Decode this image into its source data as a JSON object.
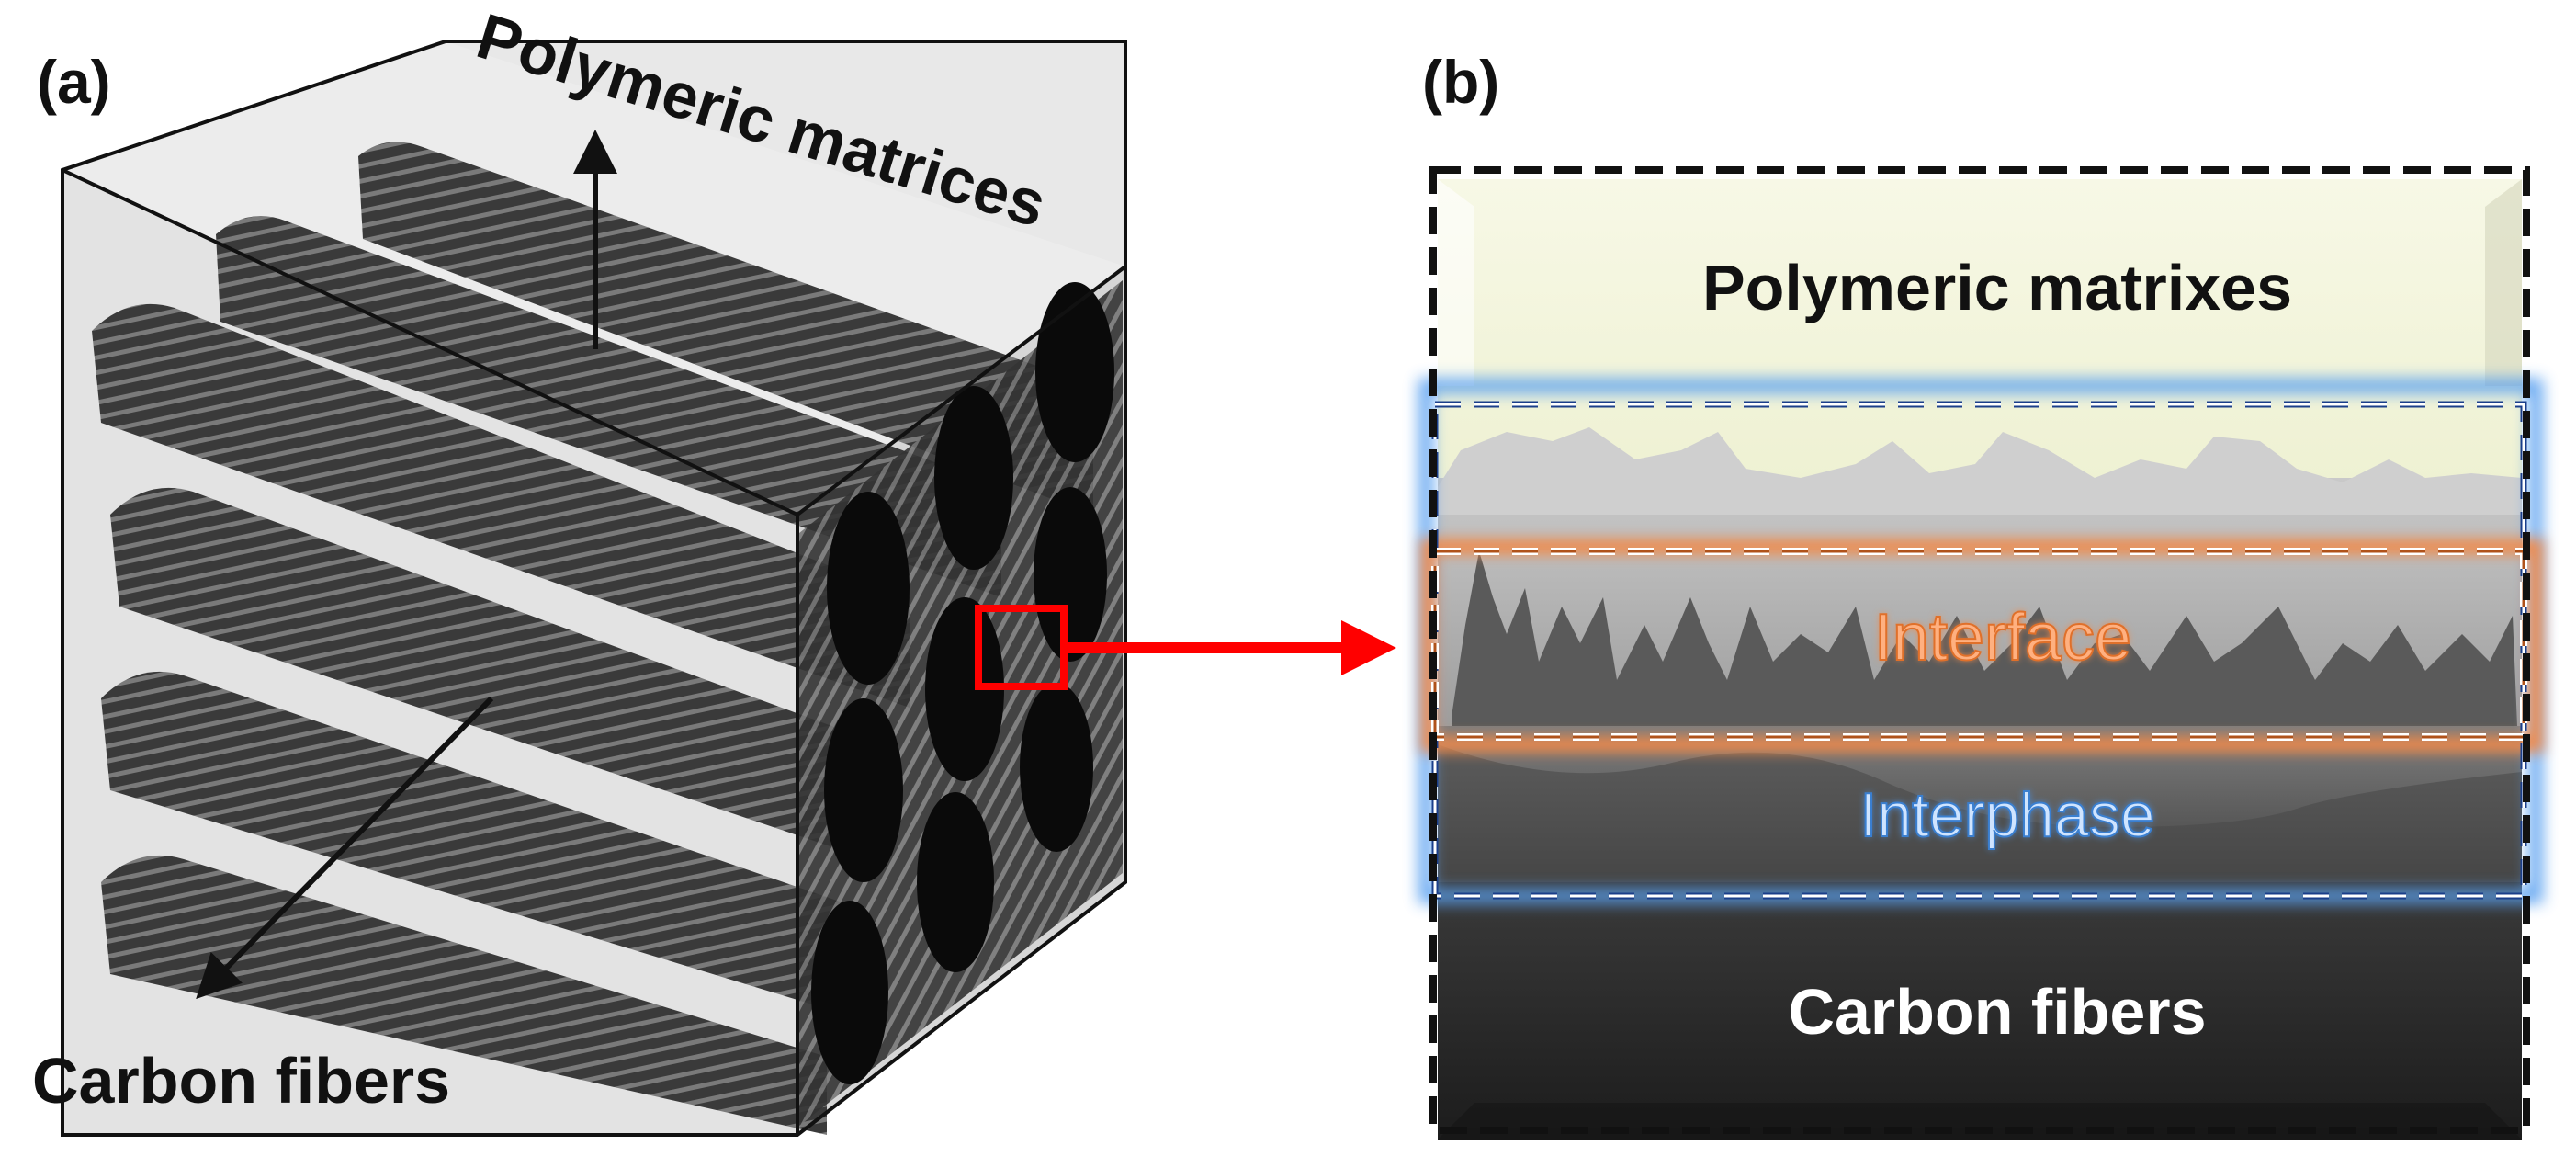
{
  "panels": {
    "a": {
      "label": "(a)",
      "top_label": "Polymeric matrices",
      "bottom_label": "Carbon fibers"
    },
    "b": {
      "label": "(b)",
      "layer_matrix": "Polymeric matrixes",
      "layer_interface": "Interface",
      "layer_interphase": "Interphase",
      "layer_fibers": "Carbon fibers"
    }
  },
  "colors": {
    "fiber": "#3a3a3a",
    "fiber_end": "#0a0a0a",
    "box_face": "#e6e6e6",
    "matrix_layer": "#f3f5dc",
    "carbon_layer": "#2a2a2a",
    "interface_accent": "#f08a4b",
    "interphase_accent": "#4a8fe0",
    "pointer_red": "#ff0000"
  }
}
